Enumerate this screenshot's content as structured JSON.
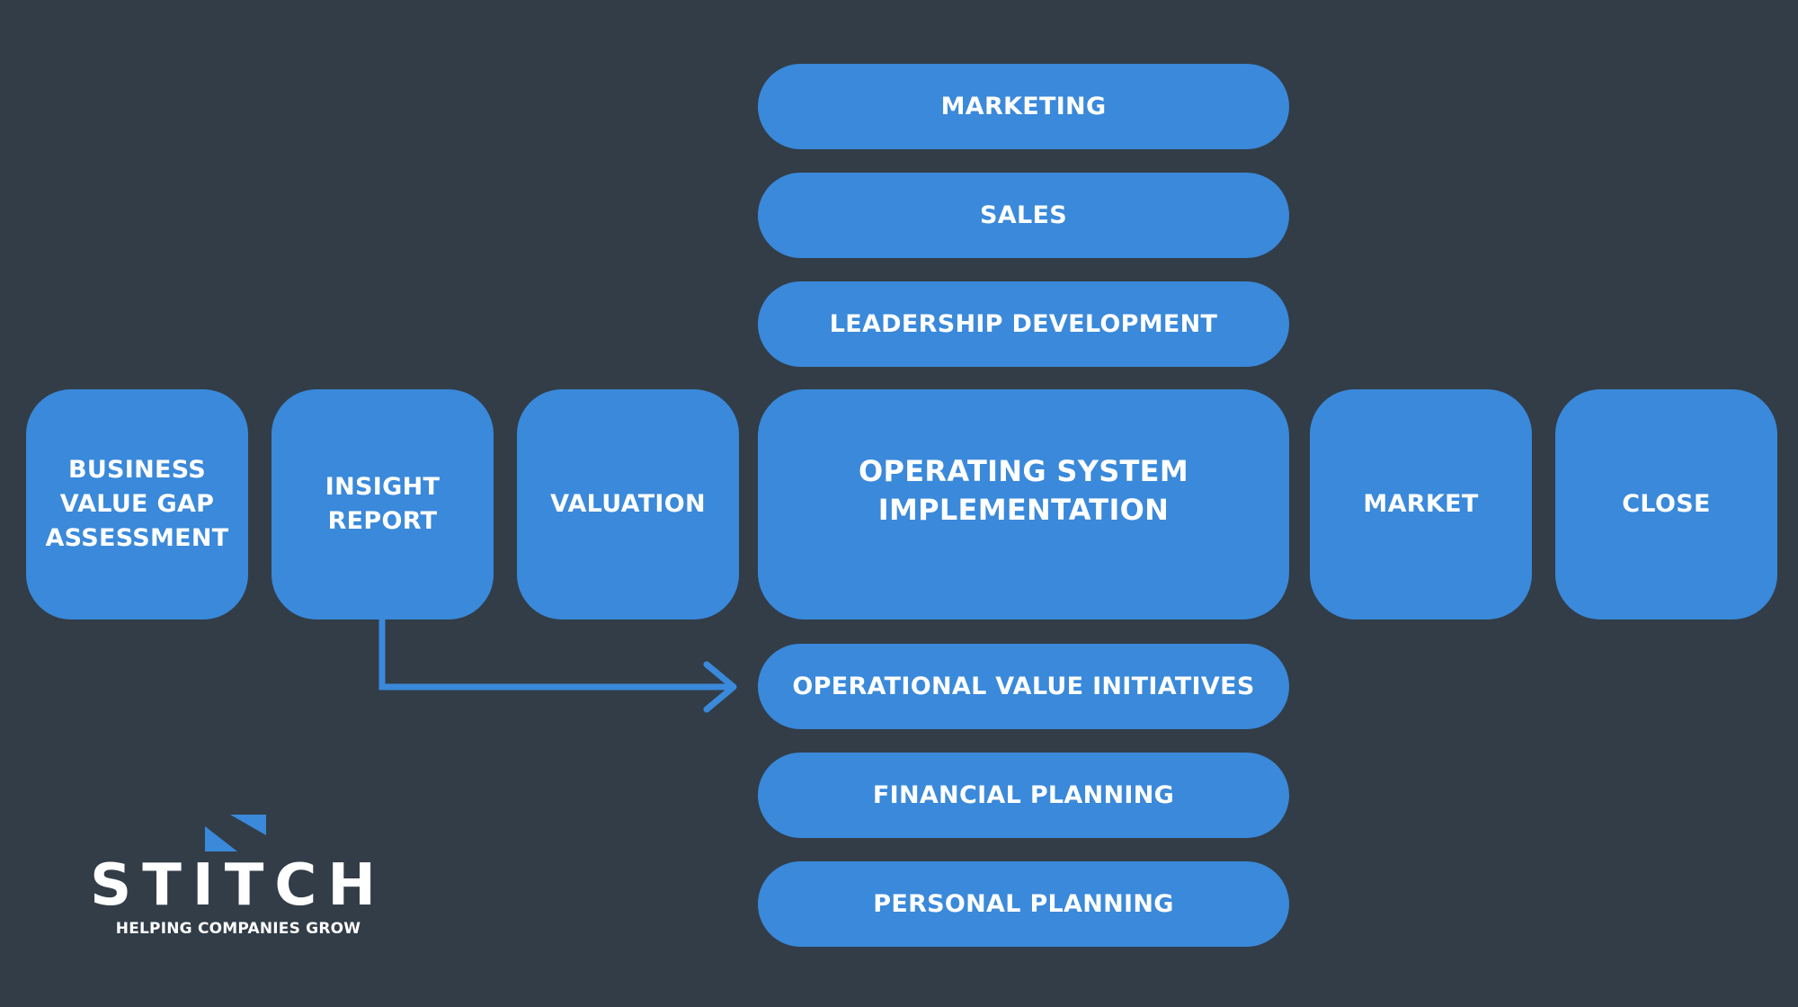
{
  "colors": {
    "background": "#323d48",
    "node_fill": "#3a89da",
    "text": "#ffffff",
    "arrow": "#3a89da"
  },
  "flow": {
    "business_value_gap_assessment": "BUSINESS\nVALUE GAP\nASSESSMENT",
    "insight_report": "INSIGHT\nREPORT",
    "valuation": "VALUATION",
    "operating_system_implementation": "OPERATING SYSTEM\nIMPLEMENTATION",
    "market": "MARKET",
    "close": "CLOSE"
  },
  "stack_above": {
    "marketing": "MARKETING",
    "sales": "SALES",
    "leadership_development": "LEADERSHIP DEVELOPMENT"
  },
  "stack_below": {
    "operational_value_initiatives": "OPERATIONAL VALUE INITIATIVES",
    "financial_planning": "FINANCIAL PLANNING",
    "personal_planning": "PERSONAL PLANNING"
  },
  "logo": {
    "name": "STITCH",
    "tagline": "HELPING COMPANIES GROW",
    "icon": "stitch-mark-icon"
  }
}
